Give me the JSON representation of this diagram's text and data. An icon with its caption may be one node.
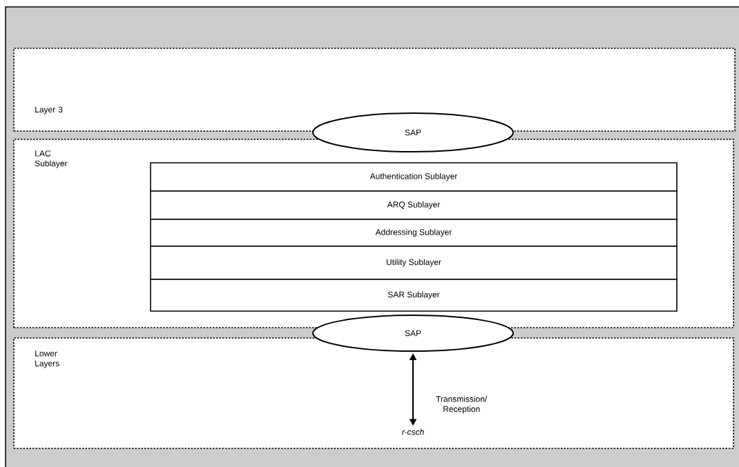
{
  "diagram": {
    "nodes": [
      {
        "text": [
          "Layer 3"
        ]
      },
      {
        "text": [
          "LAC Sublayer"
        ]
      },
      {
        "text": [
          "Authentication Sublayer"
        ],
        "in": 1
      },
      {
        "text": [
          "ARQ Sublayer"
        ],
        "in": 1
      },
      {
        "text": [
          "Addressing Sublayer"
        ],
        "in": 1
      },
      {
        "text": [
          "Utility Sublayer"
        ],
        "in": 1
      },
      {
        "text": [
          "SAR Sublayer"
        ],
        "in": 1
      },
      {
        "text": [
          "Lower Layers"
        ]
      },
      {
        "text": [
          "SAP"
        ]
      },
      {
        "text": [
          "SAP"
        ]
      },
      {
        "text": [
          "r-csch"
        ],
        "in": 7
      }
    ],
    "edges": [
      {
        "from": 9,
        "to": 10,
        "arrow": "both",
        "label": "Transmission/ Reception"
      }
    ]
  }
}
